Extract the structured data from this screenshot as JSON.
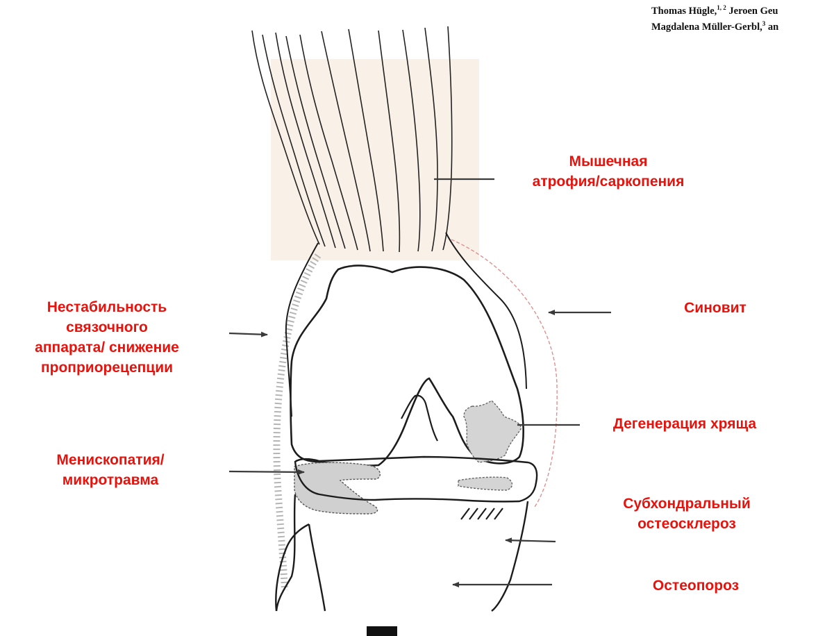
{
  "header": {
    "authors_line1": "Thomas Hügle,",
    "authors_line1_sup": "1, 2",
    "authors_line1_tail": " Jeroen Geu",
    "authors_line2": "Magdalena Müller-Gerbl,",
    "authors_line2_sup": "3",
    "authors_line2_tail": " an"
  },
  "labels": {
    "muscle": [
      "Мышечная",
      "атрофия/саркопения"
    ],
    "ligament": [
      "Нестабильность",
      "связочного",
      "аппарата/ снижение",
      "проприорецепции"
    ],
    "synovitis": "Синовит",
    "cartilage": "Дегенерация хряща",
    "meniscus": [
      "Менископатия/",
      "микротравма"
    ],
    "sclerosis": [
      "Субхондральный",
      "остеосклероз"
    ],
    "osteoporosis": "Остеопороз"
  },
  "colors": {
    "label": "#e8120c",
    "line": "#1c1c1c",
    "arrow": "#3a3a3a",
    "shade": "#d4d4d4",
    "synovium_dash": "#e0908f",
    "muscle_tint": "#f7ece0"
  }
}
